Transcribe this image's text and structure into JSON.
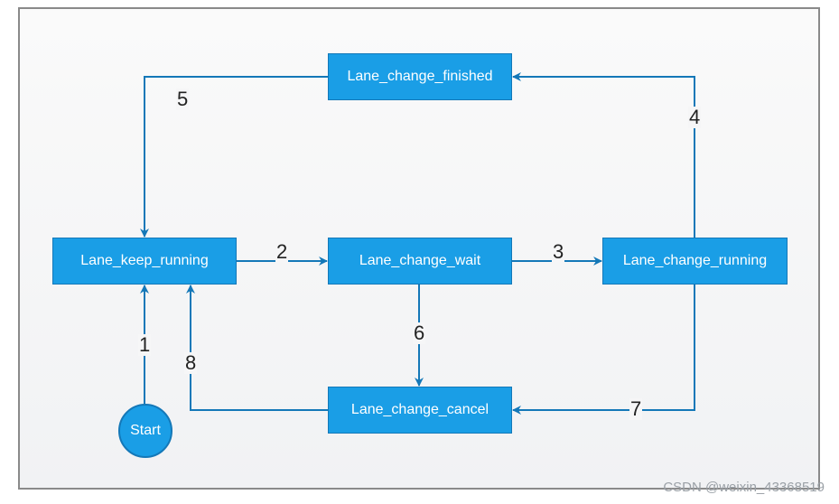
{
  "nodes": {
    "lane_change_finished": "Lane_change_finished",
    "lane_keep_running": "Lane_keep_running",
    "lane_change_wait": "Lane_change_wait",
    "lane_change_running": "Lane_change_running",
    "lane_change_cancel": "Lane_change_cancel",
    "start": "Start"
  },
  "edges": [
    {
      "label": "1",
      "from": "Start",
      "to": "Lane_keep_running"
    },
    {
      "label": "2",
      "from": "Lane_keep_running",
      "to": "Lane_change_wait"
    },
    {
      "label": "3",
      "from": "Lane_change_wait",
      "to": "Lane_change_running"
    },
    {
      "label": "4",
      "from": "Lane_change_running",
      "to": "Lane_change_finished"
    },
    {
      "label": "5",
      "from": "Lane_change_finished",
      "to": "Lane_keep_running"
    },
    {
      "label": "6",
      "from": "Lane_change_wait",
      "to": "Lane_change_cancel"
    },
    {
      "label": "7",
      "from": "Lane_change_running",
      "to": "Lane_change_cancel"
    },
    {
      "label": "8",
      "from": "Lane_change_cancel",
      "to": "Lane_keep_running"
    }
  ],
  "watermark": "CSDN @weixin_43368519",
  "colors": {
    "node_fill": "#1a9ee6",
    "edge": "#1478b8"
  }
}
